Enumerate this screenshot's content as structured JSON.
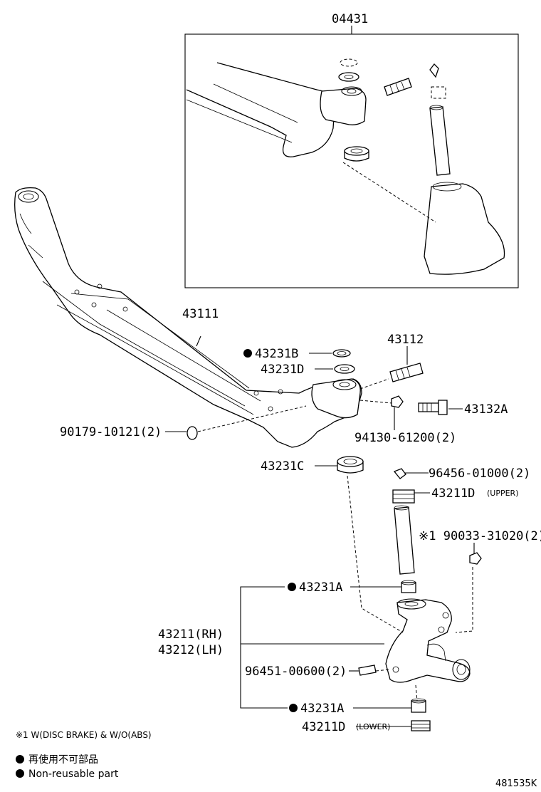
{
  "inset_label": "04431",
  "parts": {
    "beam": "43111",
    "washer_b": "43231B",
    "shim_d": "43231D",
    "king_pin": "43112",
    "bolt": "43132A",
    "plug": "90179-10121(2)",
    "nut": "94130-61200(2)",
    "bearing_c": "43231C",
    "fitting": "96456-01000(2)",
    "cap_upper": "43211D",
    "cap_upper_note": "(UPPER)",
    "ref_nut": "※1 90033-31020(2)",
    "bushing_a_upper": "43231A",
    "knuckle_rh": "43211(RH)",
    "knuckle_lh": "43212(LH)",
    "fitting_lower": "96451-00600(2)",
    "bushing_a_lower": "43231A",
    "cap_lower": "43211D",
    "cap_lower_note": "(LOWER)"
  },
  "footnote": "※1  W(DISC BRAKE) & W/O(ABS)",
  "legend": {
    "jp": "再使用不可部品",
    "en": "Non-reusable part"
  },
  "figure_id": "481535K"
}
